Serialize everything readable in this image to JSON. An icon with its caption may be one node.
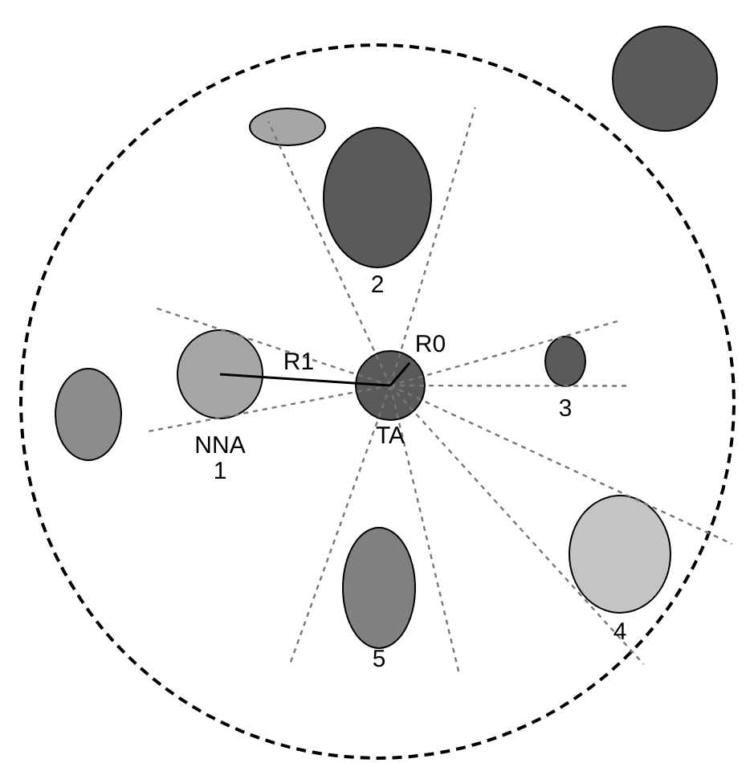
{
  "diagram": {
    "nodes": [
      {
        "text": [],
        "shape": "circle"
      },
      {
        "text": [],
        "shape": "ellipse",
        "in": 0
      },
      {
        "text": [],
        "shape": "circle"
      },
      {
        "text": [
          "2"
        ],
        "in": 0
      },
      {
        "text": [],
        "shape": "ellipse",
        "in": 0
      },
      {
        "text": [
          "NNA",
          "1"
        ],
        "in": 0
      },
      {
        "text": [
          "TA"
        ],
        "in": 0
      },
      {
        "text": [
          "3"
        ],
        "in": 0
      },
      {
        "text": [
          "4"
        ],
        "in": 0
      },
      {
        "text": [
          "5"
        ],
        "in": 0
      }
    ],
    "edges": [
      {
        "from": 5,
        "to": 6,
        "arrow": "none",
        "label": "R1"
      }
    ],
    "labels": [
      "R0"
    ]
  }
}
